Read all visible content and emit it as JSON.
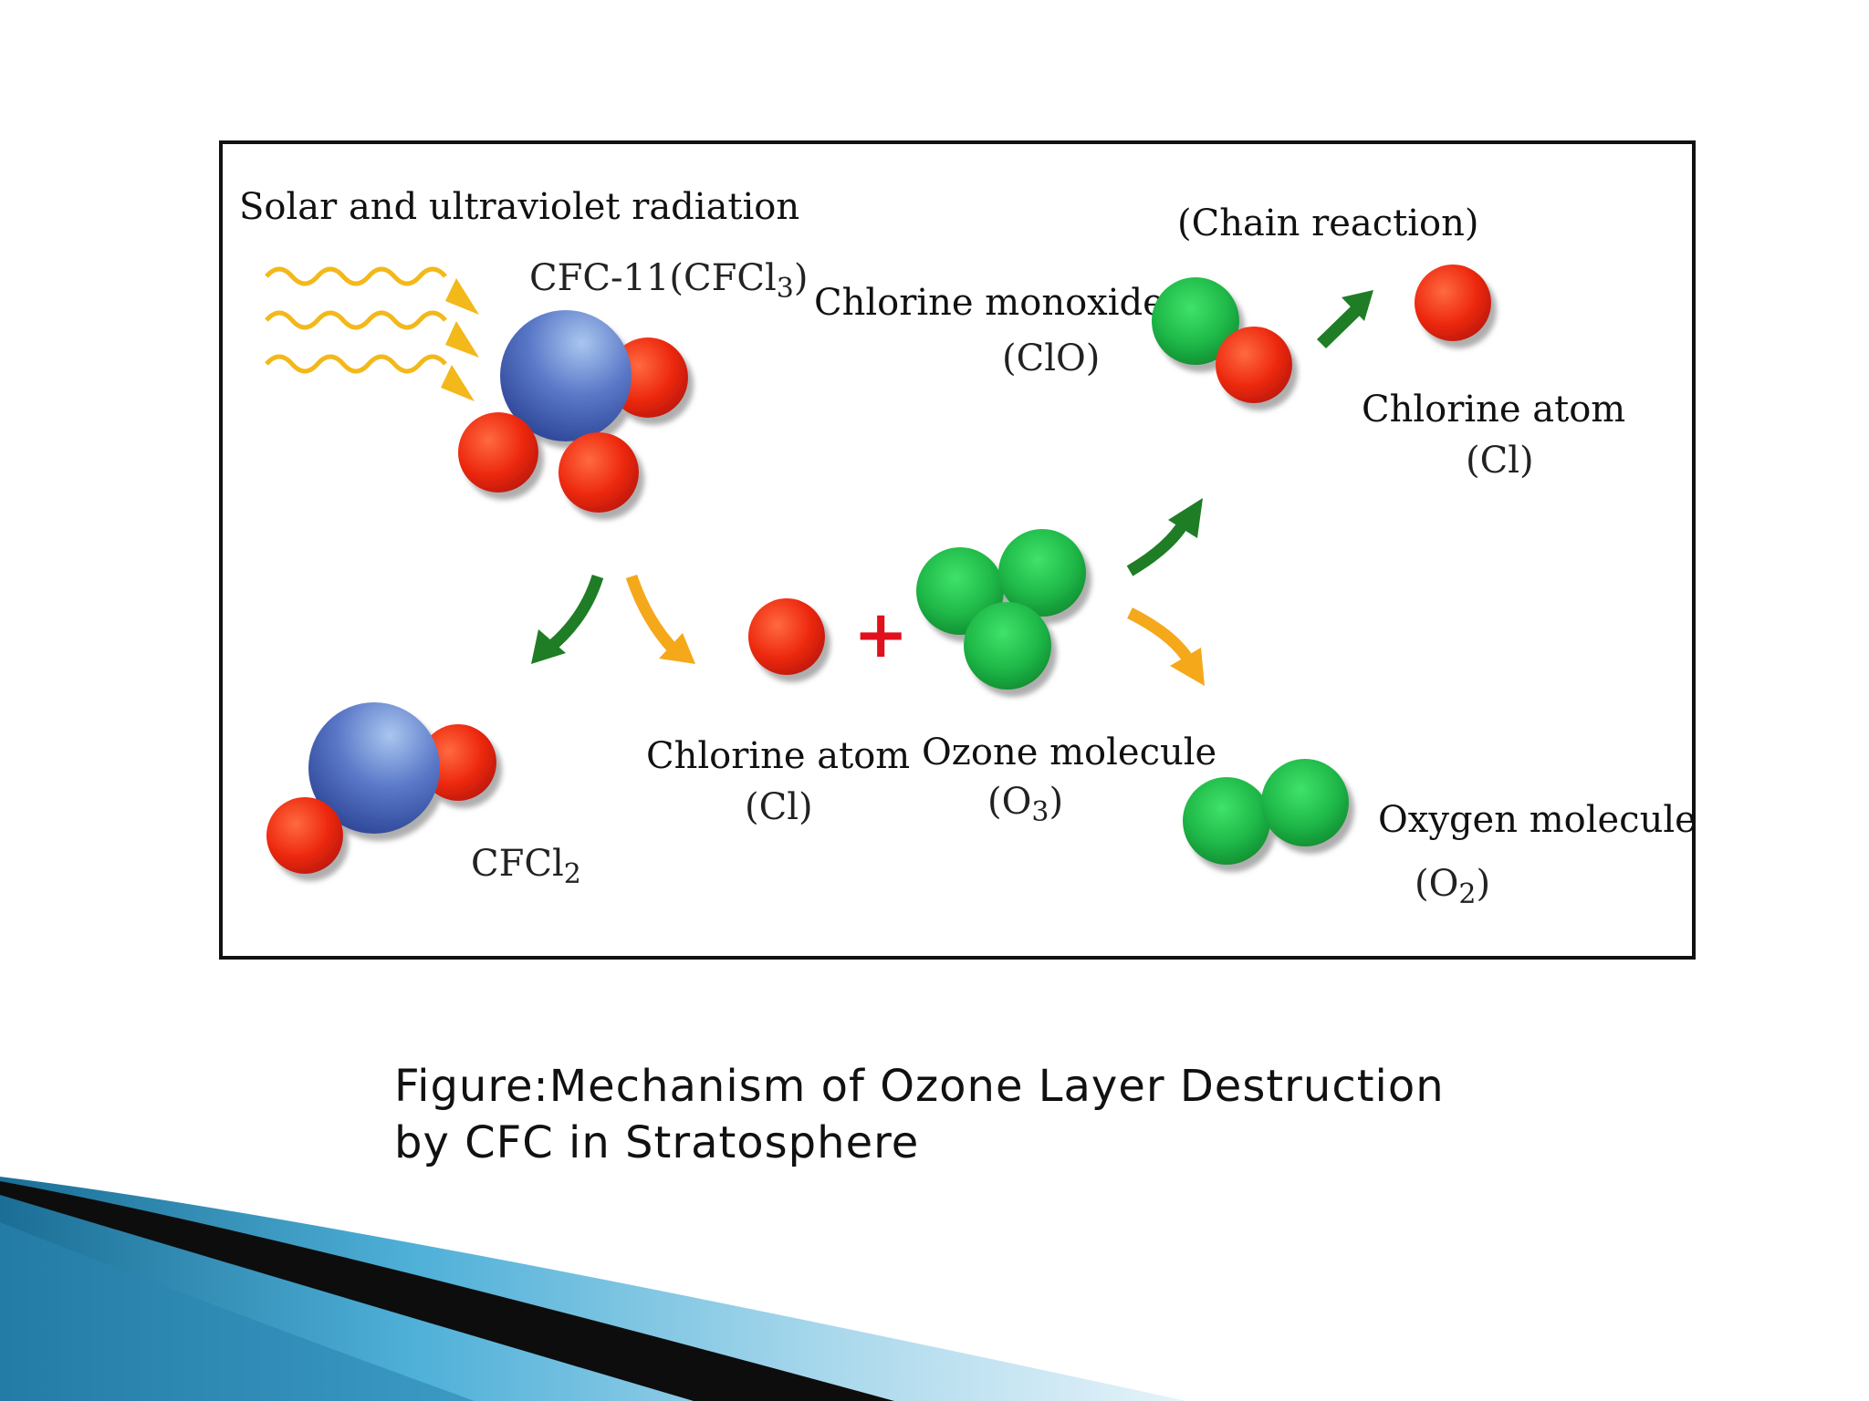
{
  "diagram": {
    "radiation_label": "Solar and ultraviolet radiation",
    "cfc11_label": "CFC-11(CFCl",
    "cfc11_sub": "3",
    "cfc11_close": ")",
    "chain_reaction_label": "(Chain reaction)",
    "chlorine_monoxide_name": "Chlorine monoxide",
    "chlorine_monoxide_formula": "(ClO)",
    "chlorine_atom_top_name": "Chlorine atom",
    "chlorine_atom_top_formula": "(Cl)",
    "cfcl2_label": "CFCl",
    "cfcl2_sub": "2",
    "chlorine_atom_mid_name": "Chlorine atom",
    "chlorine_atom_mid_formula": "(Cl)",
    "plus_sign": "+",
    "ozone_name": "Ozone molecule",
    "ozone_formula_open": "(O",
    "ozone_formula_sub": "3",
    "ozone_formula_close": ")",
    "oxygen_name": "Oxygen molecule",
    "oxygen_formula_open": "(O",
    "oxygen_formula_sub": "2",
    "oxygen_formula_close": ")"
  },
  "caption": {
    "line1": "Figure:Mechanism of Ozone Layer Destruction",
    "line2": "by CFC in Stratosphere"
  },
  "colors": {
    "chlorine": "#ee2a10",
    "fluorine": "#4a66c0",
    "oxygen": "#1fb848",
    "arrow_green": "#1e7d25",
    "arrow_orange": "#f5a81a",
    "radiation": "#f3b819",
    "plus": "#e0101c"
  }
}
